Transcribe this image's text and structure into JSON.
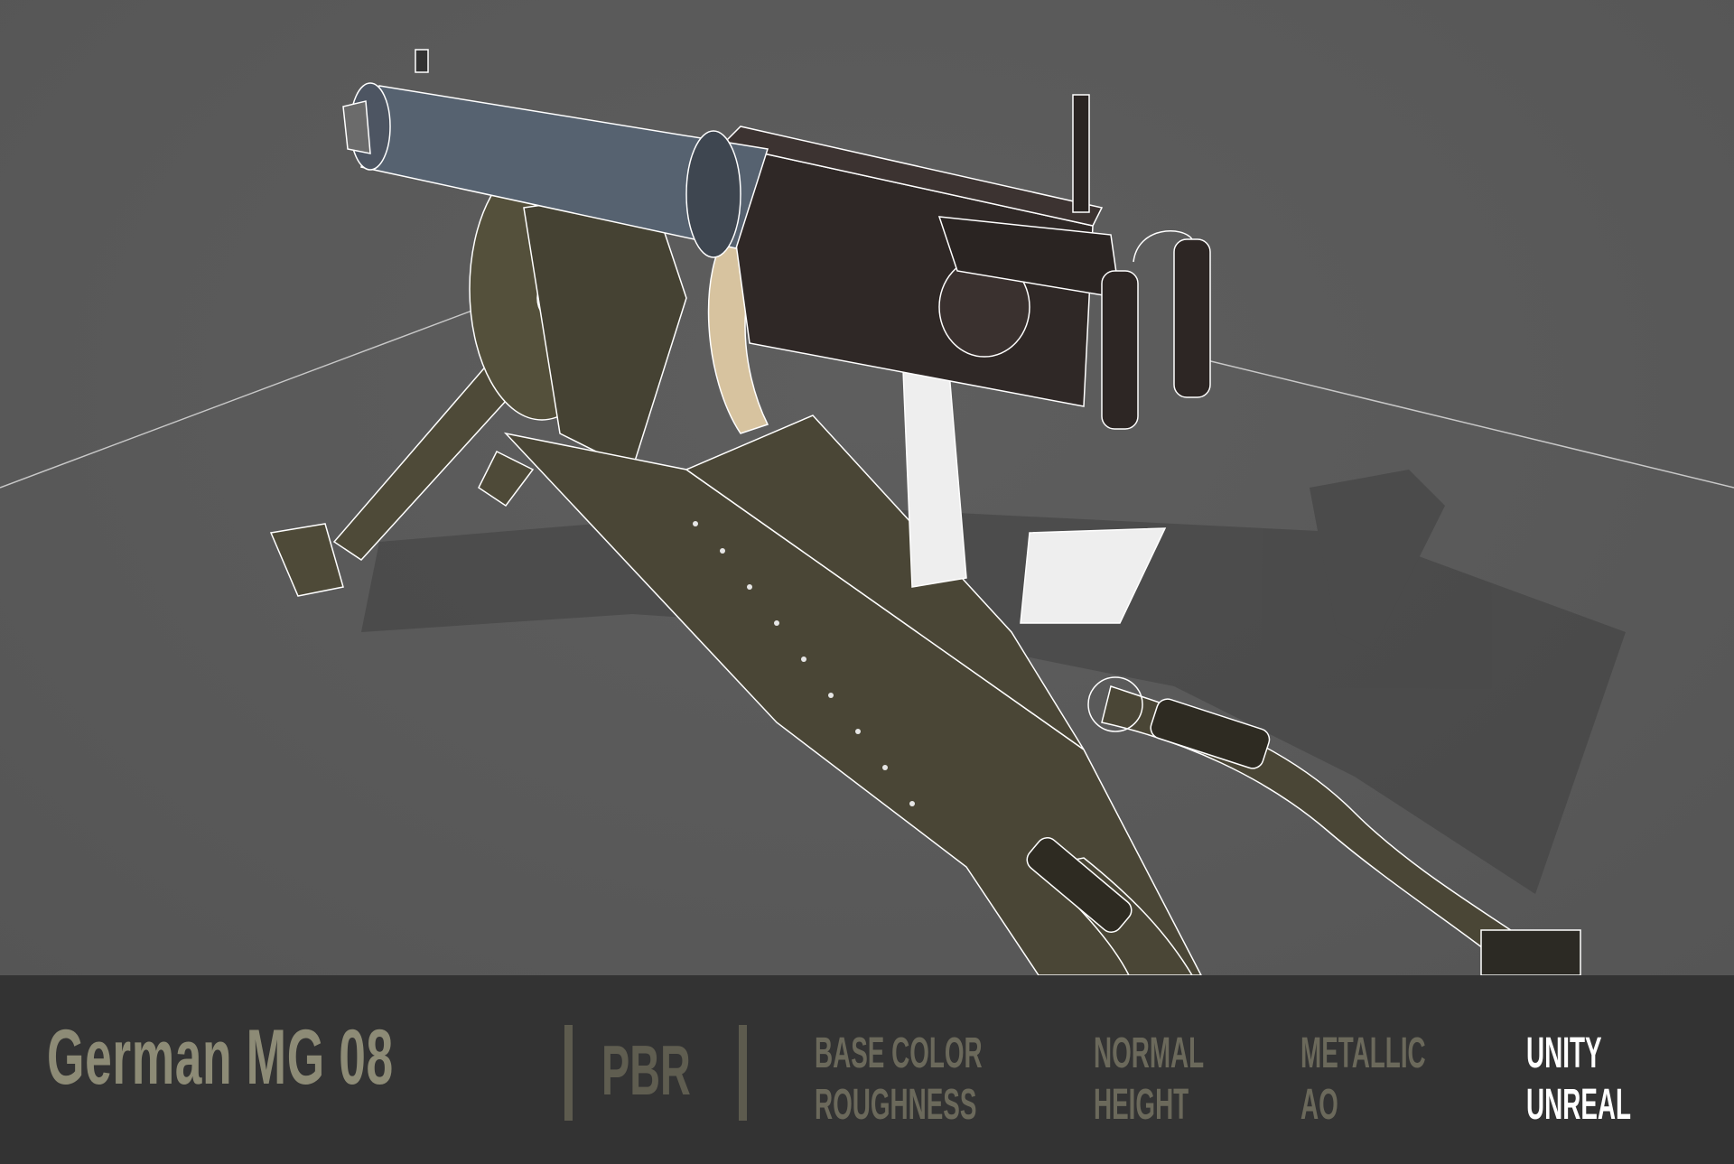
{
  "scene": {
    "subject": "German MG 08 machine gun on sledge mount, textured with wireframe overlay",
    "background_color": "#5a5a5a",
    "wireframe_color": "#ffffff",
    "metal_color": "#3a3230",
    "olive_color": "#4d4a38",
    "belt_color": "#d8c6a4"
  },
  "banner": {
    "title": "German MG 08",
    "separator_left": "|",
    "tag": "PBR",
    "separator_right": "|",
    "maps": [
      [
        "BASE COLOR",
        "ROUGHNESS"
      ],
      [
        "NORMAL",
        "HEIGHT"
      ],
      [
        "METALLIC",
        "AO"
      ]
    ],
    "engines": [
      "UNITY",
      "UNREAL"
    ],
    "colors": {
      "background": "#333333",
      "title": "#8d8b76",
      "tag": "#5f5d50",
      "maps": "#6b695b",
      "engines": "#ffffff"
    }
  }
}
